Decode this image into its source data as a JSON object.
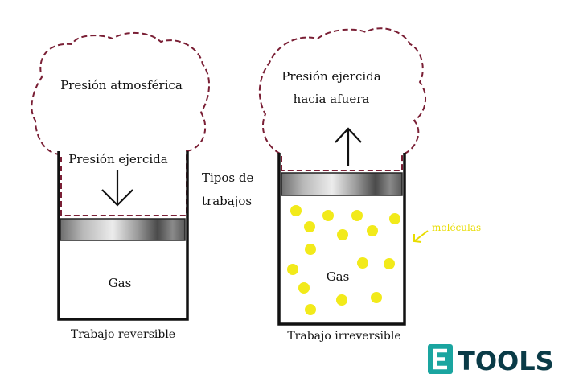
{
  "left_panel": {
    "cloud_label": "Presión atmosférica",
    "pressure_label": "Presión ejercida",
    "gas_label": "Gas",
    "caption": "Trabajo reversible"
  },
  "center_label": {
    "line1": "Tipos de",
    "line2": "trabajos"
  },
  "right_panel": {
    "cloud_label_line1": "Presión ejercida",
    "cloud_label_line2": "hacia afuera",
    "gas_label": "Gas",
    "molecules_label": "moléculas",
    "caption": "Trabajo irreversible"
  },
  "logo": {
    "text": "TOOLS",
    "icon": "e-tools-logo-icon"
  },
  "colors": {
    "cloud_outline": "#7a1f35",
    "molecule_fill": "#f2ea1a",
    "molecule_label": "#e8dc00",
    "logo_brand": "#1aa5a0",
    "logo_text": "#0a3b47",
    "container": "#111111"
  }
}
